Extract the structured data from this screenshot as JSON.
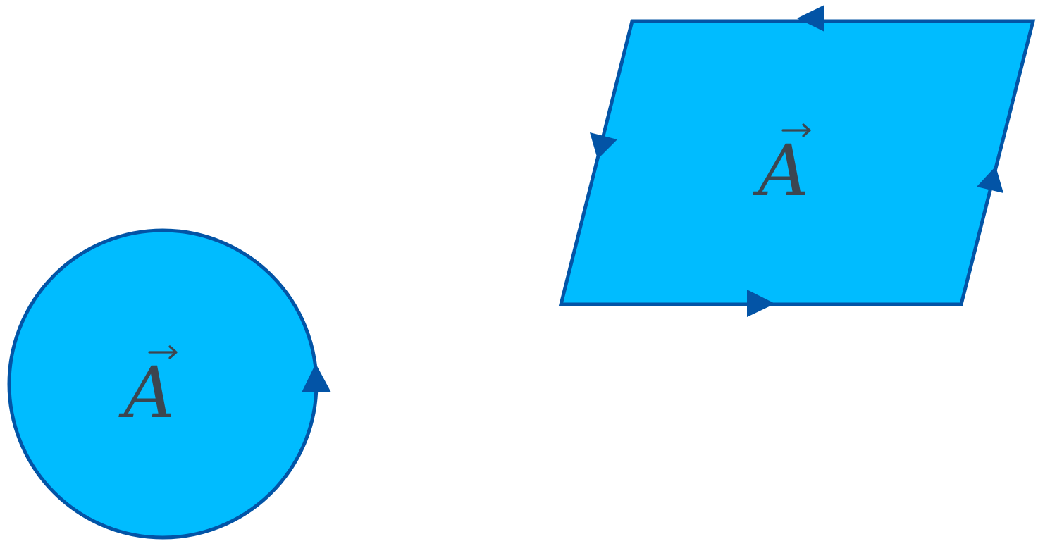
{
  "colors": {
    "surface_fill": "#00BCFF",
    "outline": "#0354A6",
    "label_text": "#3C4650",
    "background": "#FFFFFF"
  },
  "circle_surface": {
    "label": "A",
    "label_decoration": "vector-arrow",
    "circulation": "counterclockwise"
  },
  "parallelogram_surface": {
    "label": "A",
    "label_decoration": "vector-arrow",
    "circulation": "counterclockwise"
  }
}
